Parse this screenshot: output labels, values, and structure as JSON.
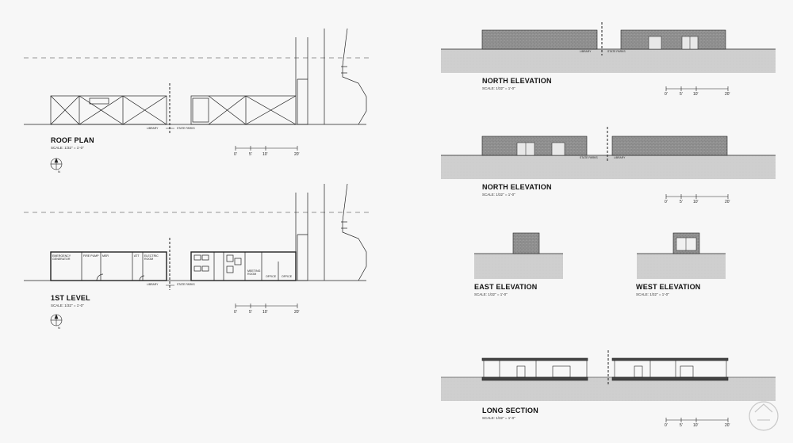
{
  "roof_plan": {
    "title": "ROOF PLAN",
    "scale": "SCALE: 1/32\" = 1'-0\"",
    "north": "N"
  },
  "first_level": {
    "title": "1ST LEVEL",
    "scale": "SCALE: 1/32\" = 1'-0\"",
    "north": "N"
  },
  "north_elevation_1": {
    "title": "NORTH ELEVATION",
    "scale": "SCALE: 1/32\" = 1'-0\""
  },
  "north_elevation_2": {
    "title": "NORTH ELEVATION",
    "scale": "SCALE: 1/32\" = 1'-0\""
  },
  "east_elevation": {
    "title": "EAST ELEVATION",
    "scale": "SCALE: 1/32\" = 1'-0\""
  },
  "west_elevation": {
    "title": "WEST ELEVATION",
    "scale": "SCALE: 1/32\" = 1'-0\""
  },
  "long_section": {
    "title": "LONG SECTION",
    "scale": "SCALE: 1/32\" = 1'-0\""
  },
  "scale_ticks": [
    "0'",
    "5'",
    "10'",
    "20'"
  ],
  "property_labels": {
    "library": "LIBRARY",
    "state_parks": "STATE PARKS"
  },
  "rooms": {
    "emergency_generator": "EMERGENCY GENERATOR",
    "fire_pump": "FIRE PUMP",
    "mer": "MER",
    "att": "ATT",
    "electric_room": "ELECTRIC ROOM",
    "meeting_room": "MEETING ROOM",
    "office_1": "OFFICE",
    "office_2": "OFFICE"
  },
  "colors": {
    "ground": "#cfcfcf",
    "hatch": "#7a7a7a",
    "line": "#222222",
    "paper": "#f7f7f7"
  }
}
